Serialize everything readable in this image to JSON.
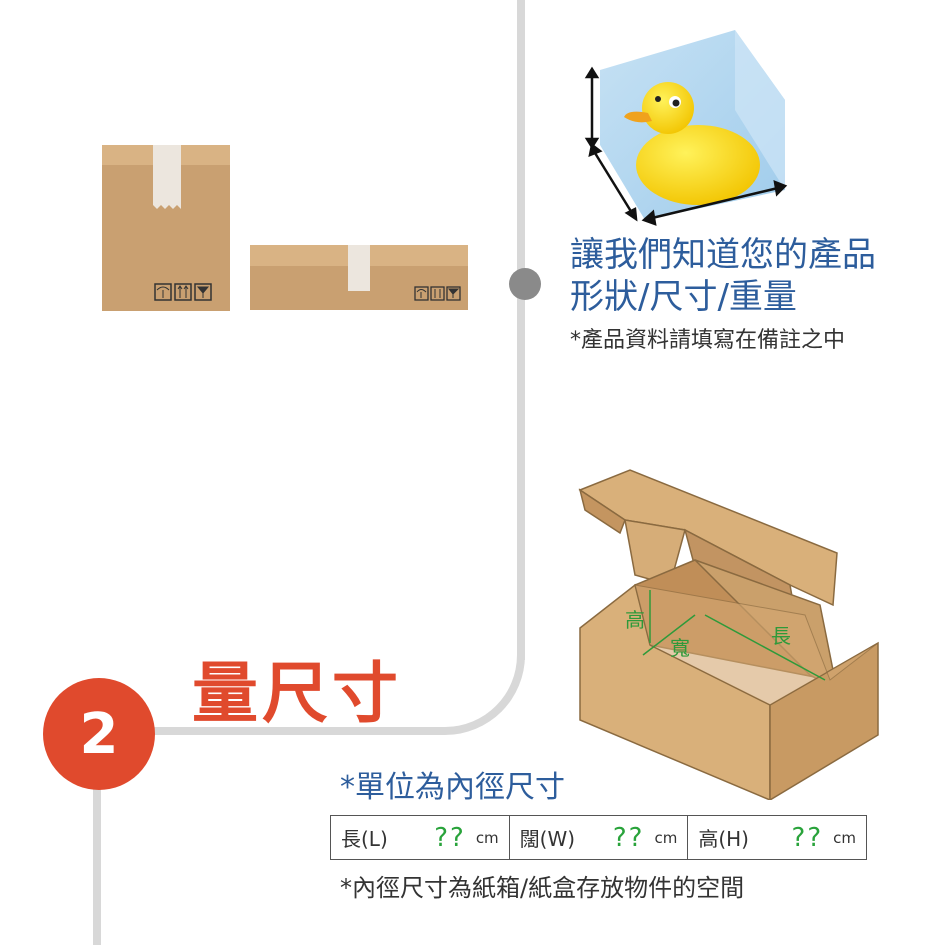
{
  "step": {
    "number": "2",
    "title": "量尺寸"
  },
  "intro": {
    "line1": "讓我們知道您的產品",
    "line2": "形狀/尺寸/重量",
    "note": "*產品資料請填寫在備註之中"
  },
  "unit_note": "*單位為內徑尺寸",
  "dimensions": [
    {
      "label": "長(L)",
      "value": "??",
      "unit": "cm"
    },
    {
      "label": "闊(W)",
      "value": "??",
      "unit": "cm"
    },
    {
      "label": "高(H)",
      "value": "??",
      "unit": "cm"
    }
  ],
  "box_labels": {
    "height": "高",
    "width": "寬",
    "length": "長"
  },
  "bottom_note": "*內徑尺寸為紙箱/紙盒存放物件的空間",
  "colors": {
    "accent_red": "#e04a2d",
    "blue_text": "#2d5d9c",
    "green_value": "#29a33b",
    "cardboard": "#c9a071"
  }
}
